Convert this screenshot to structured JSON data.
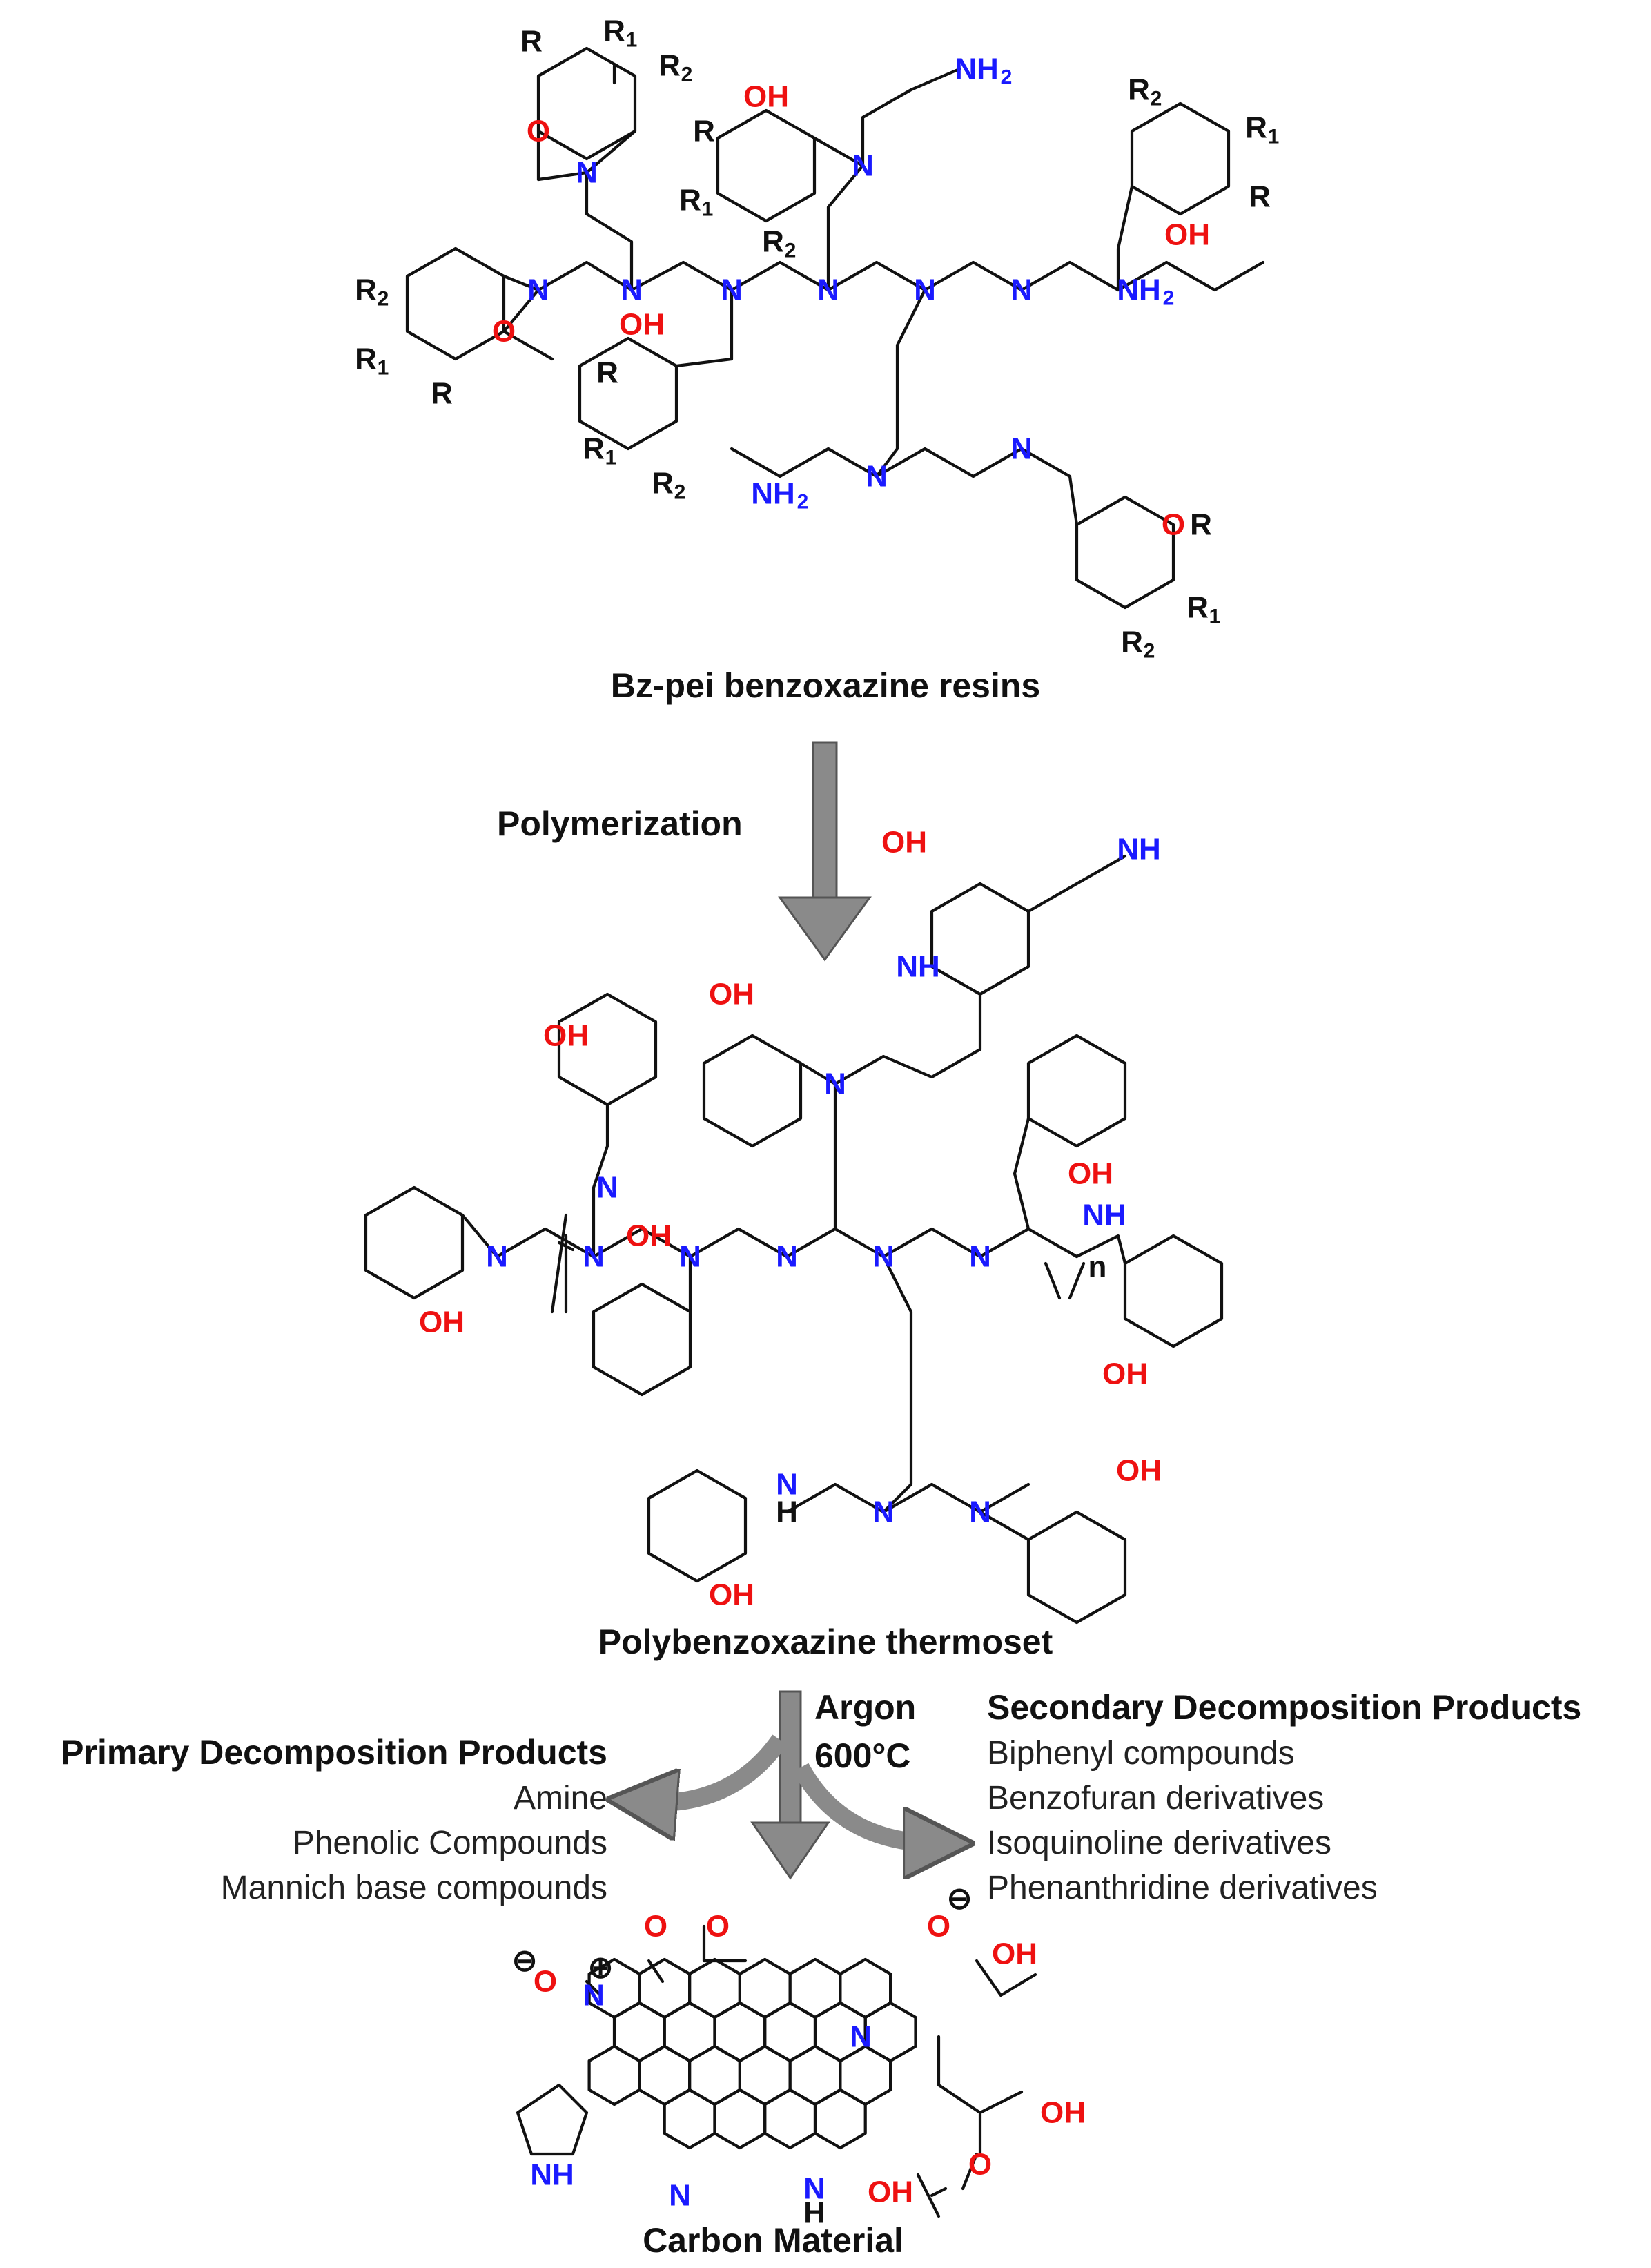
{
  "colors": {
    "bond": "#111111",
    "nitrogen": "#1a1aff",
    "oxygen": "#ee1111",
    "arrow": "#8a8a8a"
  },
  "labels": {
    "resin": "Bz-pei benzoxazine resins",
    "step1": "Polymerization",
    "thermoset": "Polybenzoxazine thermoset",
    "gas": "Argon",
    "temp": "600°C",
    "carbon": "Carbon Material"
  },
  "primary": {
    "title": "Primary Decomposition Products",
    "items": [
      "Amine",
      "Phenolic Compounds",
      "Mannich base compounds"
    ]
  },
  "secondary": {
    "title": "Secondary Decomposition Products",
    "items": [
      "Biphenyl compounds",
      "Benzofuran derivatives",
      "Isoquinoline derivatives",
      "Phenanthridine derivatives"
    ]
  },
  "atoms": {
    "N": "N",
    "O": "O",
    "OH": "OH",
    "NH": "NH",
    "NH2": "NH",
    "two": "2",
    "H": "H",
    "R": "R",
    "R1": "R",
    "R2": "R",
    "one": "1",
    "n": "n",
    "plus": "⊕",
    "minus": "⊖"
  }
}
